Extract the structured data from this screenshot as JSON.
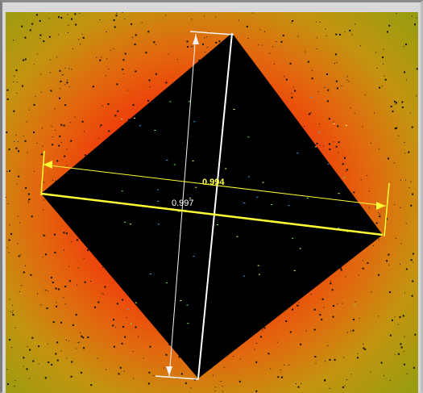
{
  "viewer": {
    "title": "",
    "colors": {
      "indent": "#000000",
      "halo_center": "#f03a0a",
      "halo_mid": "#e2680e",
      "halo_outer": "#c39410",
      "background_outer": "#9a9c10",
      "frame_border": "#7d7d7d",
      "diagonal_1_line": "#ffffff",
      "diagonal_2_line": "#ffff33",
      "speckle_blue": "#3aa9ff",
      "speckle_green": "#6cf06c",
      "speckle_yellow": "#ffff66"
    }
  },
  "measurements": [
    {
      "name": "vertical-diagonal",
      "value_label": "0.997",
      "color": "#ffffff"
    },
    {
      "name": "horizontal-diagonal",
      "value_label": "0.994",
      "color": "#ffff33"
    }
  ]
}
